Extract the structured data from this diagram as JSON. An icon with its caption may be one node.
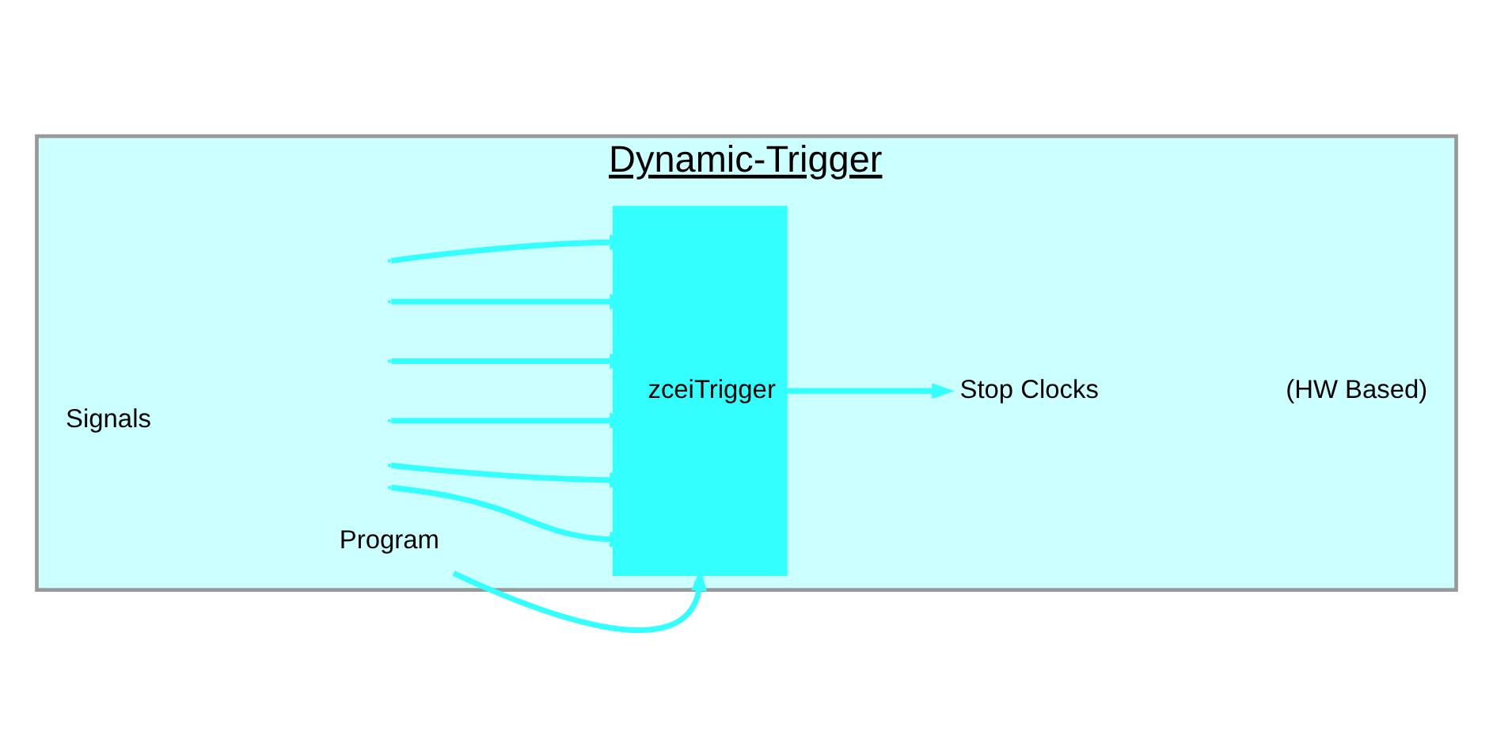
{
  "diagram": {
    "nodes": [
      {
        "text": [
          "Dynamic-Trigger"
        ]
      },
      {
        "text": [
          "zceiTrigger"
        ],
        "in": 0
      },
      {
        "text": [
          "Program"
        ],
        "in": 0
      },
      {
        "text": [
          "Stop Clocks"
        ],
        "in": 0
      }
    ],
    "edges": [
      {
        "from": null,
        "to": 1,
        "arrow": "to"
      },
      {
        "from": null,
        "to": 1,
        "arrow": "to"
      },
      {
        "from": null,
        "to": 1,
        "arrow": "to"
      },
      {
        "from": null,
        "to": 1,
        "arrow": "to"
      },
      {
        "from": null,
        "to": 1,
        "arrow": "to"
      },
      {
        "from": null,
        "to": 1,
        "arrow": "to"
      },
      {
        "from": 2,
        "to": 1,
        "arrow": "to"
      },
      {
        "from": 1,
        "to": 3,
        "arrow": "to"
      }
    ],
    "labels": [
      "Signals",
      "(HW Based)"
    ]
  }
}
